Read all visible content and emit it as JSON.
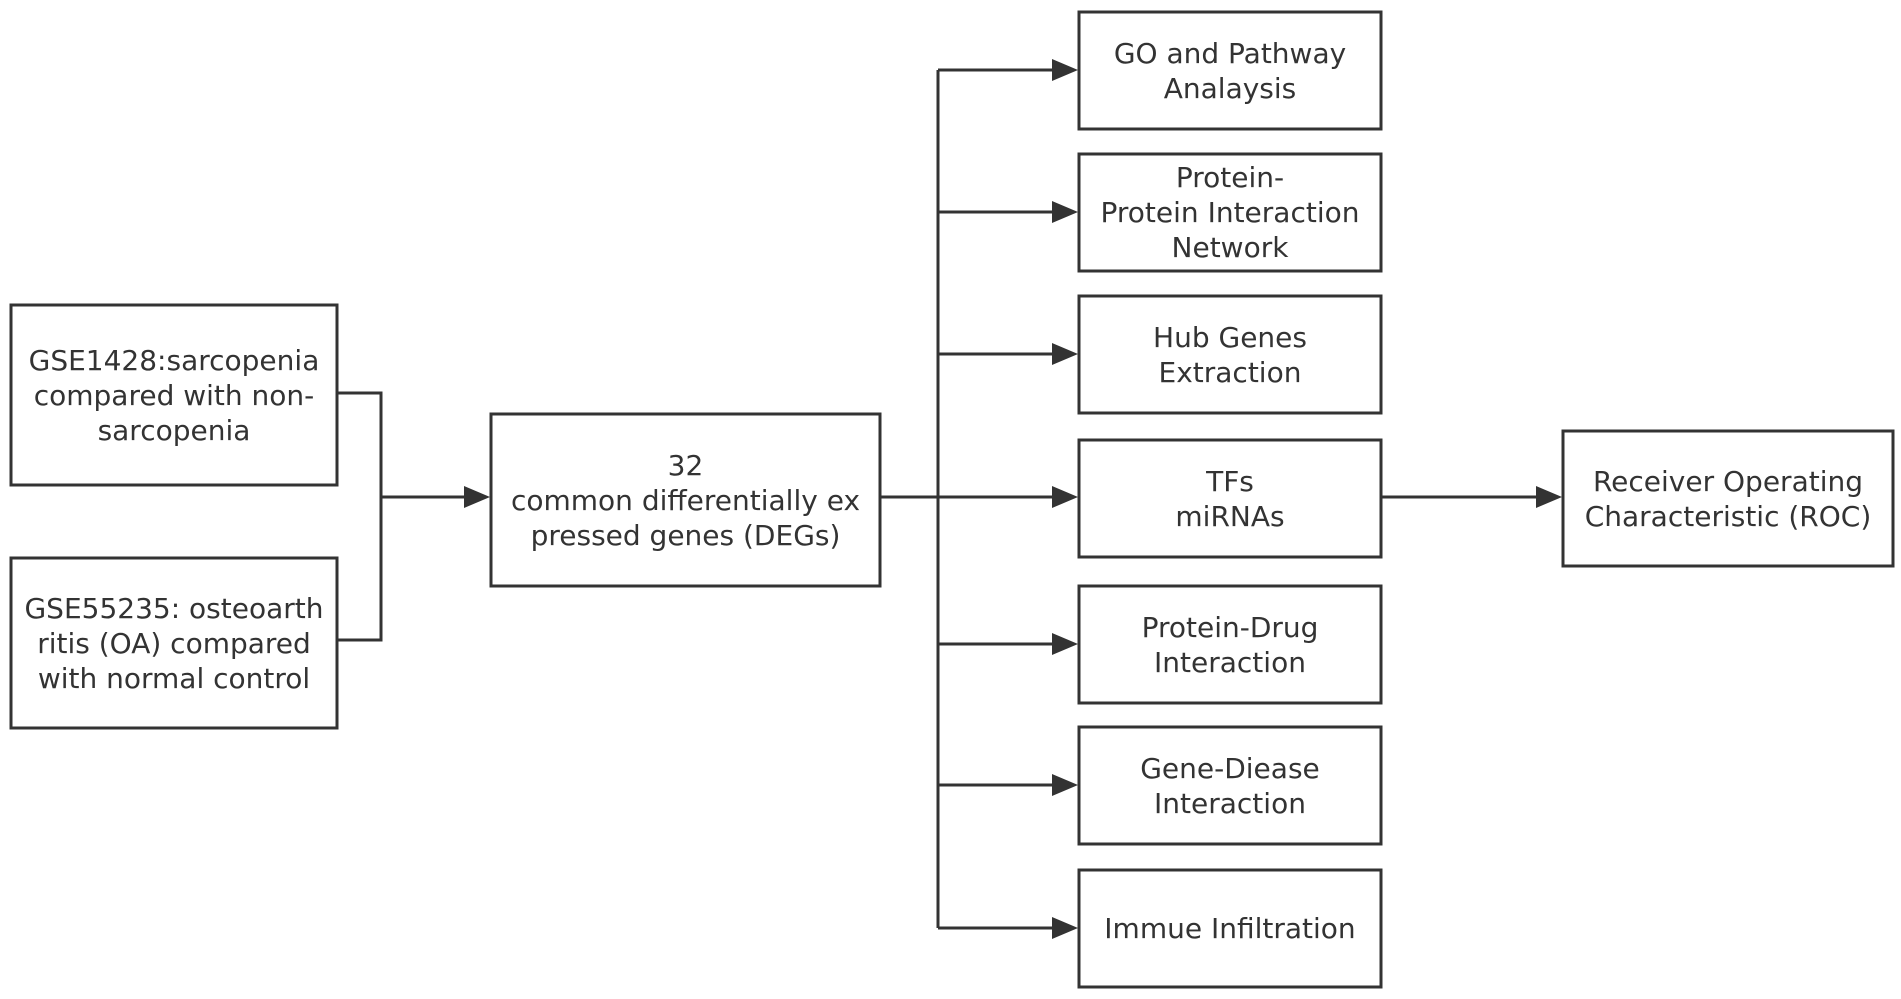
{
  "colors": {
    "stroke": "#333333",
    "text": "#333333",
    "background": "#ffffff"
  },
  "nodes": {
    "gse1428": {
      "lines": [
        "GSE1428:sarcopenia",
        "compared with non-",
        "sarcopenia"
      ]
    },
    "gse55235": {
      "lines": [
        "GSE55235: osteoarth",
        "ritis (OA) compared",
        "with normal control"
      ]
    },
    "degs": {
      "lines": [
        "32",
        "common differentially ex",
        "pressed genes (DEGs)"
      ]
    },
    "go_pathway": {
      "lines": [
        "GO and Pathway",
        "Analaysis"
      ]
    },
    "ppi": {
      "lines": [
        "Protein-",
        "Protein Interaction",
        "Network"
      ]
    },
    "hub_genes": {
      "lines": [
        "Hub Genes",
        "Extraction"
      ]
    },
    "tfs_mirnas": {
      "lines": [
        "TFs",
        "miRNAs"
      ]
    },
    "protein_drug": {
      "lines": [
        "Protein-Drug",
        "Interaction"
      ]
    },
    "gene_disease": {
      "lines": [
        "Gene-Diease",
        "Interaction"
      ]
    },
    "immune": {
      "lines": [
        "Immue Infiltration"
      ]
    },
    "roc": {
      "lines": [
        "Receiver Operating",
        "Characteristic (ROC)"
      ]
    }
  }
}
